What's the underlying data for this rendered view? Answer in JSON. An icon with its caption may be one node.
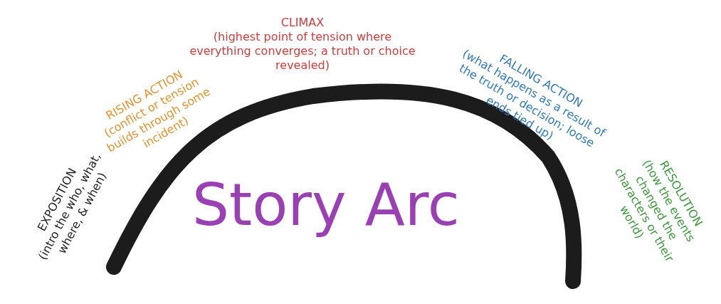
{
  "diagram": {
    "title": "Story Arc",
    "labels": [
      "EXPOSITION",
      "(intro the who, what, where, & when)",
      "RISING ACTION",
      "(conflict or tension builds through some incident)",
      "CLIMAX",
      "(highest point of tension where everything converges; a truth or choice revealed)",
      "FALLING ACTION",
      "(what happens as a result of the truth or decision; loose ends tied up)",
      "RESOLUTION",
      "(how the events changed the characters or their world)"
    ]
  }
}
